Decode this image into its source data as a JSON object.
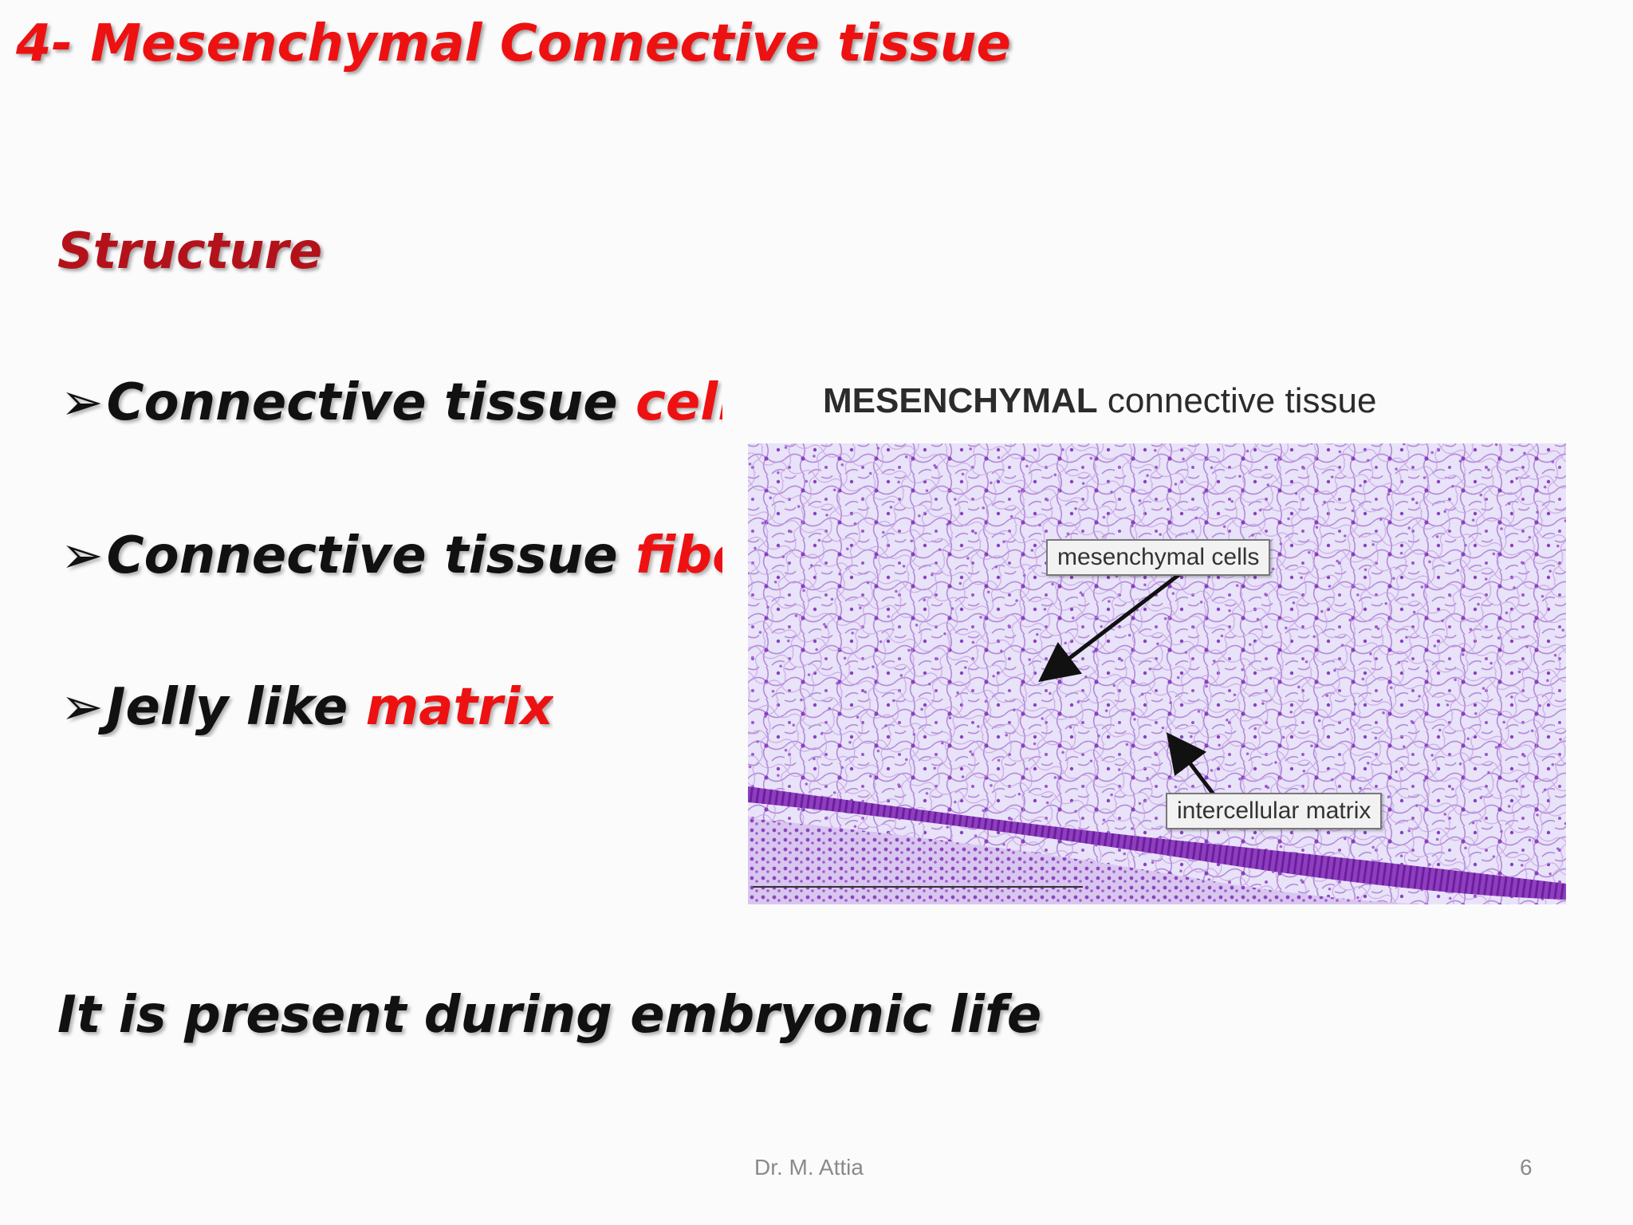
{
  "slide": {
    "title": "4- Mesenchymal Connective tissue",
    "heading": "Structure",
    "bullets": [
      {
        "marker": "➢",
        "text": "Connective tissue ",
        "emphasis": "cells"
      },
      {
        "marker": "➢",
        "text": "Connective tissue ",
        "emphasis": "fibers"
      },
      {
        "marker": "➢",
        "text": "Jelly like ",
        "emphasis": "matrix"
      }
    ],
    "statement": "It is present during embryonic life"
  },
  "figure": {
    "title_bold": "MESENCHYMAL",
    "title_rest": " connective tissue",
    "labels": {
      "cells": "mesenchymal cells",
      "matrix": "intercellular matrix"
    }
  },
  "footer": {
    "author": "Dr. M. Attia",
    "page": "6"
  },
  "colors": {
    "title": "#ee1111",
    "heading": "#b3121a",
    "emphasis": "#ee1111",
    "stain_background": "#e7e2f7",
    "stain_cells": "#9a55c8",
    "epithelium": "#7a2aa8"
  }
}
